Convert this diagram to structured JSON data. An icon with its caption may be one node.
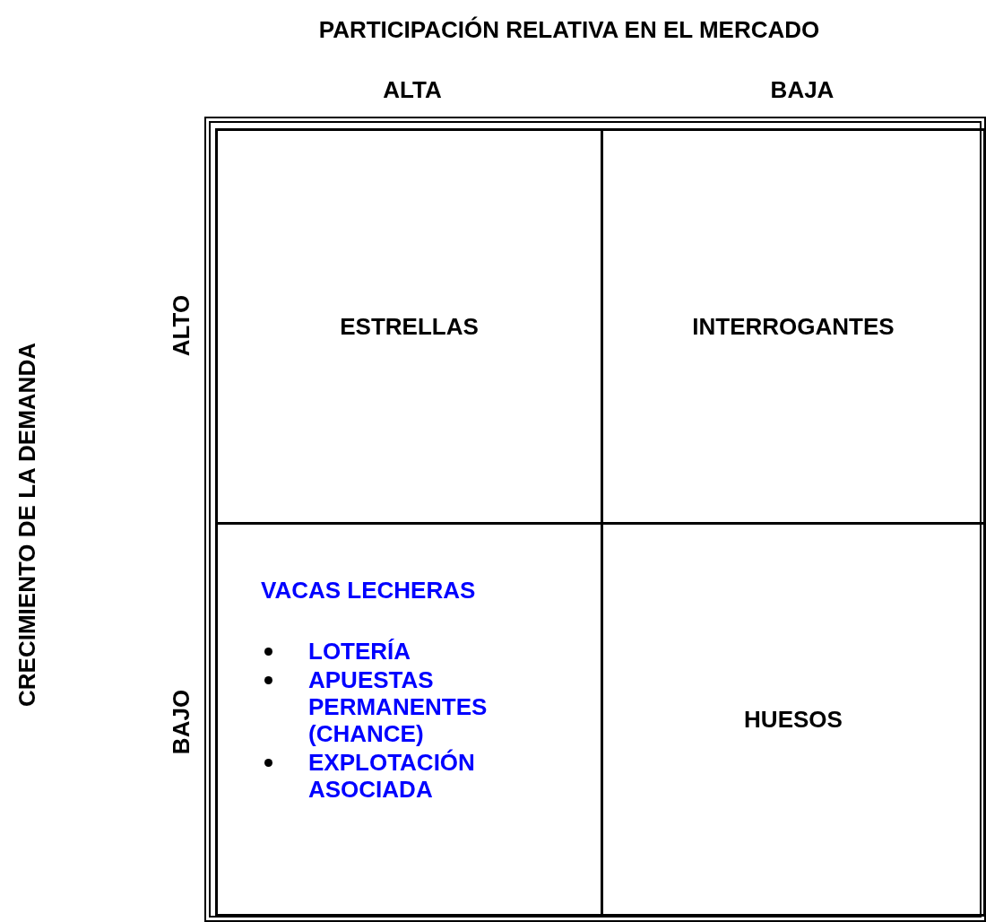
{
  "diagram": {
    "nodes": [
      {
        "text": [
          "ESTRELLAS"
        ]
      },
      {
        "text": [
          "INTERROGANTES"
        ]
      },
      {
        "text": [
          "VACAS LECHERAS",
          "LOTERÍA",
          "APUESTAS PERMANENTES (CHANCE)",
          "EXPLOTACIÓN ASOCIADA"
        ]
      },
      {
        "text": [
          "HUESOS"
        ]
      }
    ],
    "labels": [
      "PARTICIPACIÓN RELATIVA EN EL MERCADO",
      "ALTA",
      "BAJA",
      "CRECIMIENTO DE LA DEMANDA",
      "ALTO",
      "BAJO"
    ]
  }
}
